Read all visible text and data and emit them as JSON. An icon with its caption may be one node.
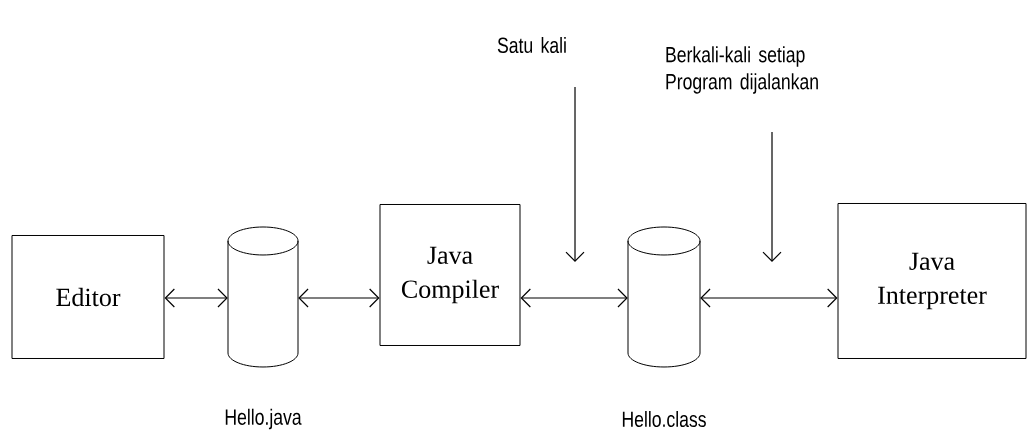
{
  "diagram": {
    "nodes": [
      {
        "text": [
          "Editor"
        ]
      },
      {
        "text": [],
        "shape": "cylinder",
        "beside": [
          "Hello.java"
        ]
      },
      {
        "text": [
          "Java Compiler"
        ]
      },
      {
        "text": [],
        "shape": "cylinder",
        "beside": [
          "Hello.class"
        ]
      },
      {
        "text": [
          "Java Interpreter"
        ]
      },
      {
        "text": [
          "Satu kali"
        ]
      },
      {
        "text": [
          "Berkali-kali setiap Program dijalankan"
        ]
      }
    ],
    "edges": [
      {
        "from": 0,
        "to": 1,
        "arrow": "both"
      },
      {
        "from": 1,
        "to": 2,
        "arrow": "both"
      },
      {
        "from": 2,
        "to": 3,
        "arrow": "both"
      },
      {
        "from": 3,
        "to": 4,
        "arrow": "both"
      },
      {
        "from": 5,
        "to": null,
        "arrow": "to"
      },
      {
        "from": 6,
        "to": null,
        "arrow": "to"
      }
    ]
  }
}
